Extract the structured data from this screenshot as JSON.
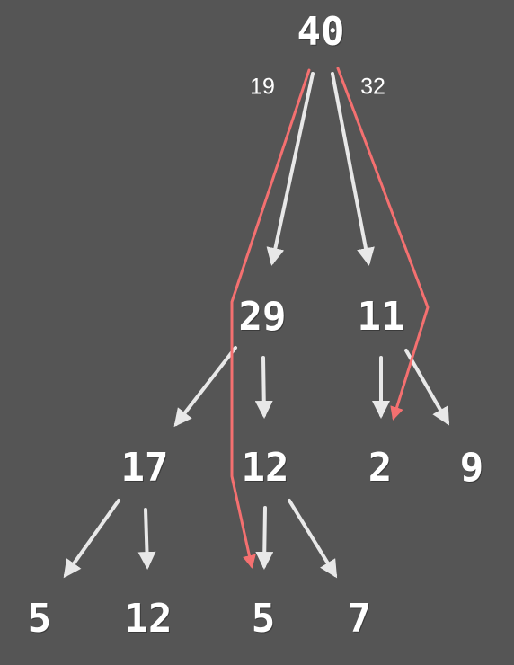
{
  "colors": {
    "background": "#555555",
    "tree_edge": "#e8e8e8",
    "path_highlight": "#f47070",
    "text": "#ffffff"
  },
  "nodes": {
    "root": "40",
    "l1_left": "29",
    "l1_right": "11",
    "l2_a": "17",
    "l2_b": "12",
    "l2_c": "2",
    "l2_d": "9",
    "l3_a": "5",
    "l3_b": "12",
    "l3_c": "5",
    "l3_d": "7"
  },
  "edge_labels": {
    "left": "19",
    "right": "32"
  }
}
